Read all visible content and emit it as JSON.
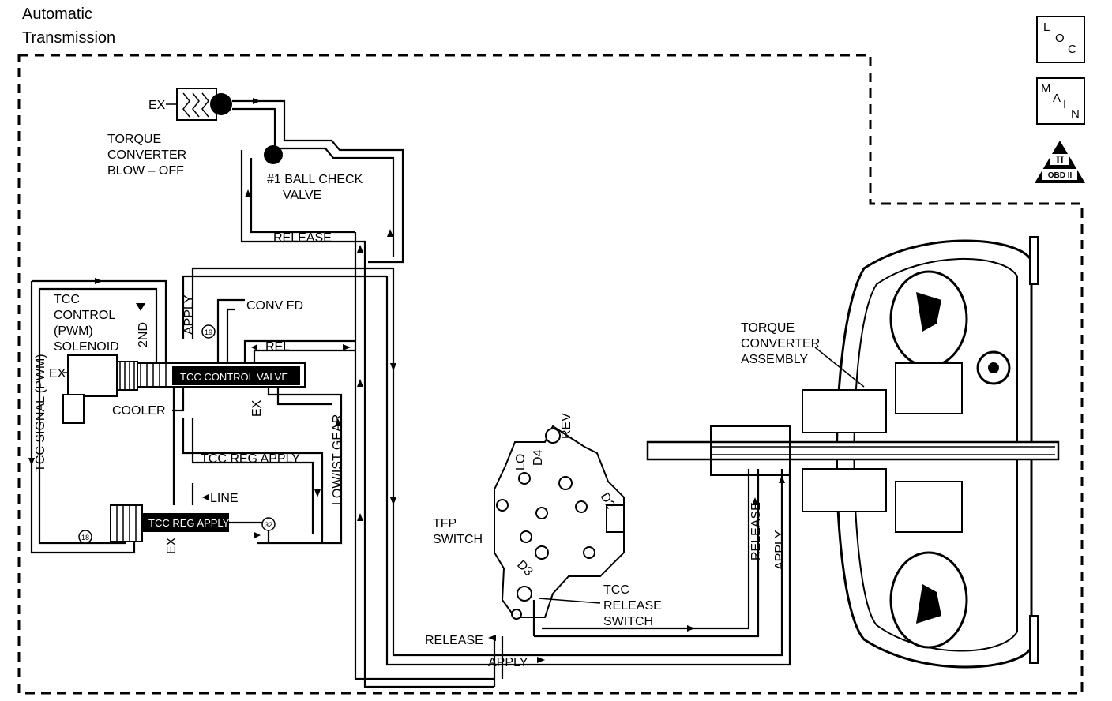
{
  "title": {
    "line1": "Automatic",
    "line2": "Transmission"
  },
  "badges": {
    "loc": [
      "L",
      "O",
      "C"
    ],
    "main": [
      "M",
      "A",
      "I",
      "N"
    ],
    "obd": {
      "numeral": "II",
      "label": "OBD II"
    }
  },
  "labels": {
    "ex_blowoff": "EX",
    "blowoff": [
      "TORQUE",
      "CONVERTER",
      "BLOW – OFF"
    ],
    "ball_check": [
      "#1 BALL CHECK",
      "VALVE"
    ],
    "release_top": "RELEASE",
    "tcc_solenoid": [
      "TCC",
      "CONTROL",
      "(PWM)",
      "SOLENOID"
    ],
    "tcc_signal": "TCC SIGNAL (PWM)",
    "ex_solenoid": "EX",
    "second": "2ND",
    "apply_vertical": "APPLY",
    "conv_fd": "CONV FD",
    "rel": "REL",
    "tcc_control_valve": "TCC CONTROL VALVE",
    "cooler": "COOLER",
    "ex_valve": "EX",
    "low_1st_gear": "LOW/IST GEAR",
    "tcc_reg_apply": "TCC REG APPLY",
    "line": "LINE",
    "tcc_reg_apply_valve": "TCC REG APPLY",
    "ex_reg": "EX",
    "orifice_18": "18",
    "orifice_19": "19",
    "orifice_32": "32",
    "tfp_switch": [
      "TFP",
      "SWITCH"
    ],
    "tfp_ports": {
      "lo": "LO",
      "d4": "D4",
      "rev": "REV",
      "d2": "D2",
      "d3": "D3"
    },
    "tcc_release_switch": [
      "TCC",
      "RELEASE",
      "SWITCH"
    ],
    "release_bottom": "RELEASE",
    "apply_bottom": "APPLY",
    "release_vertical": "RELEASE",
    "apply_vertical_right": "APPLY",
    "torque_converter": [
      "TORQUE",
      "CONVERTER",
      "ASSEMBLY"
    ]
  }
}
